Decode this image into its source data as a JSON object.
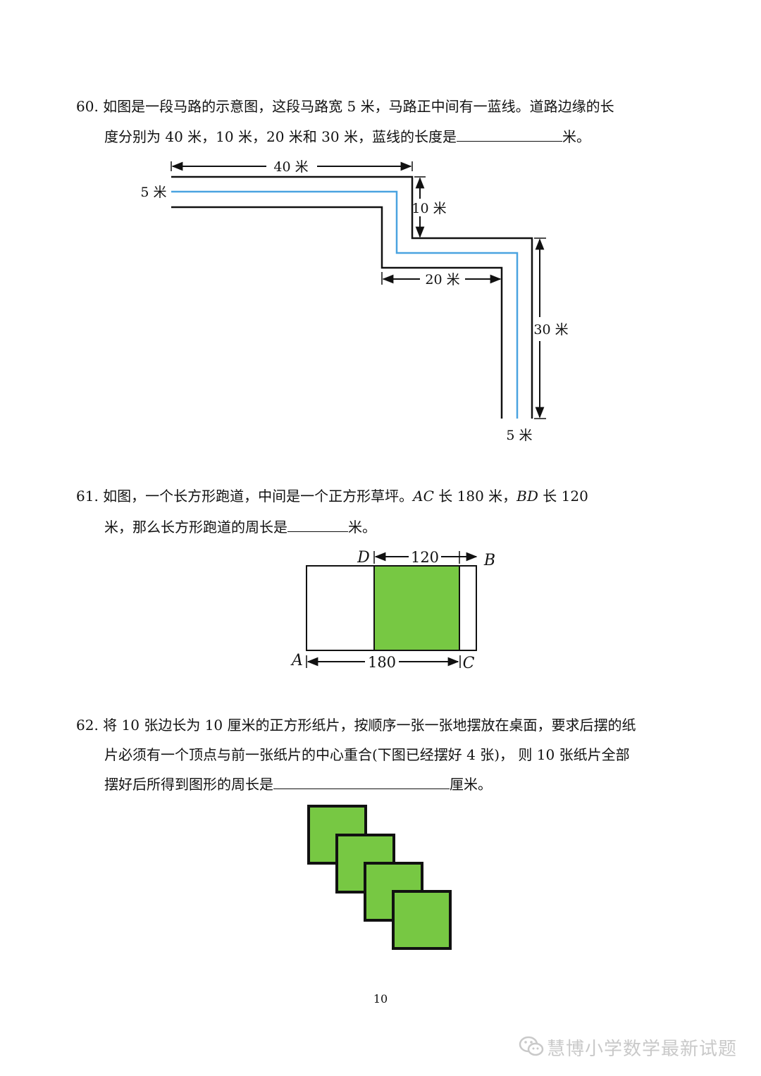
{
  "q60": {
    "number": "60.",
    "line1": "如图是一段马路的示意图，这段马路宽 5 米，马路正中间有一蓝线。道路边缘的长",
    "line2_before": "度分别为 40 米，10 米，20 米和 30 米，蓝线的长度是",
    "line2_after": "米。",
    "figure": {
      "label_40": "40 米",
      "label_10": "10 米",
      "label_20": "20 米",
      "label_30": "30 米",
      "label_width_left": "5 米",
      "label_width_bottom": "5 米",
      "center_line_color": "#4aa3e0"
    }
  },
  "q61": {
    "number": "61.",
    "line1_a": "如图，一个长方形跑道，中间是一个正方形草坪。",
    "line1_ac": "AC",
    "line1_b": " 长 180 米，",
    "line1_bd": "BD",
    "line1_c": " 长 120",
    "line2_before": "米，那么长方形跑道的周长是",
    "line2_after": "米。",
    "figure": {
      "label_D": "D",
      "label_B": "B",
      "label_A": "A",
      "label_C": "C",
      "label_120": "120",
      "label_180": "180",
      "fill_color": "#77c843"
    }
  },
  "q62": {
    "number": "62.",
    "line1": "将 10 张边长为 10 厘米的正方形纸片，按顺序一张一张地摆放在桌面，要求后摆的纸",
    "line2": "片必须有一个顶点与前一张纸片的中心重合(下图已经摆好 4 张)， 则 10 张纸片全部",
    "line3_before": "摆好后所得到图形的周长是",
    "line3_after": "厘米。",
    "figure": {
      "square_count": 4,
      "fill_color": "#77c843"
    }
  },
  "page_number": "10",
  "watermark": {
    "text": "慧博小学数学最新试题",
    "icon": "wechat-icon"
  }
}
